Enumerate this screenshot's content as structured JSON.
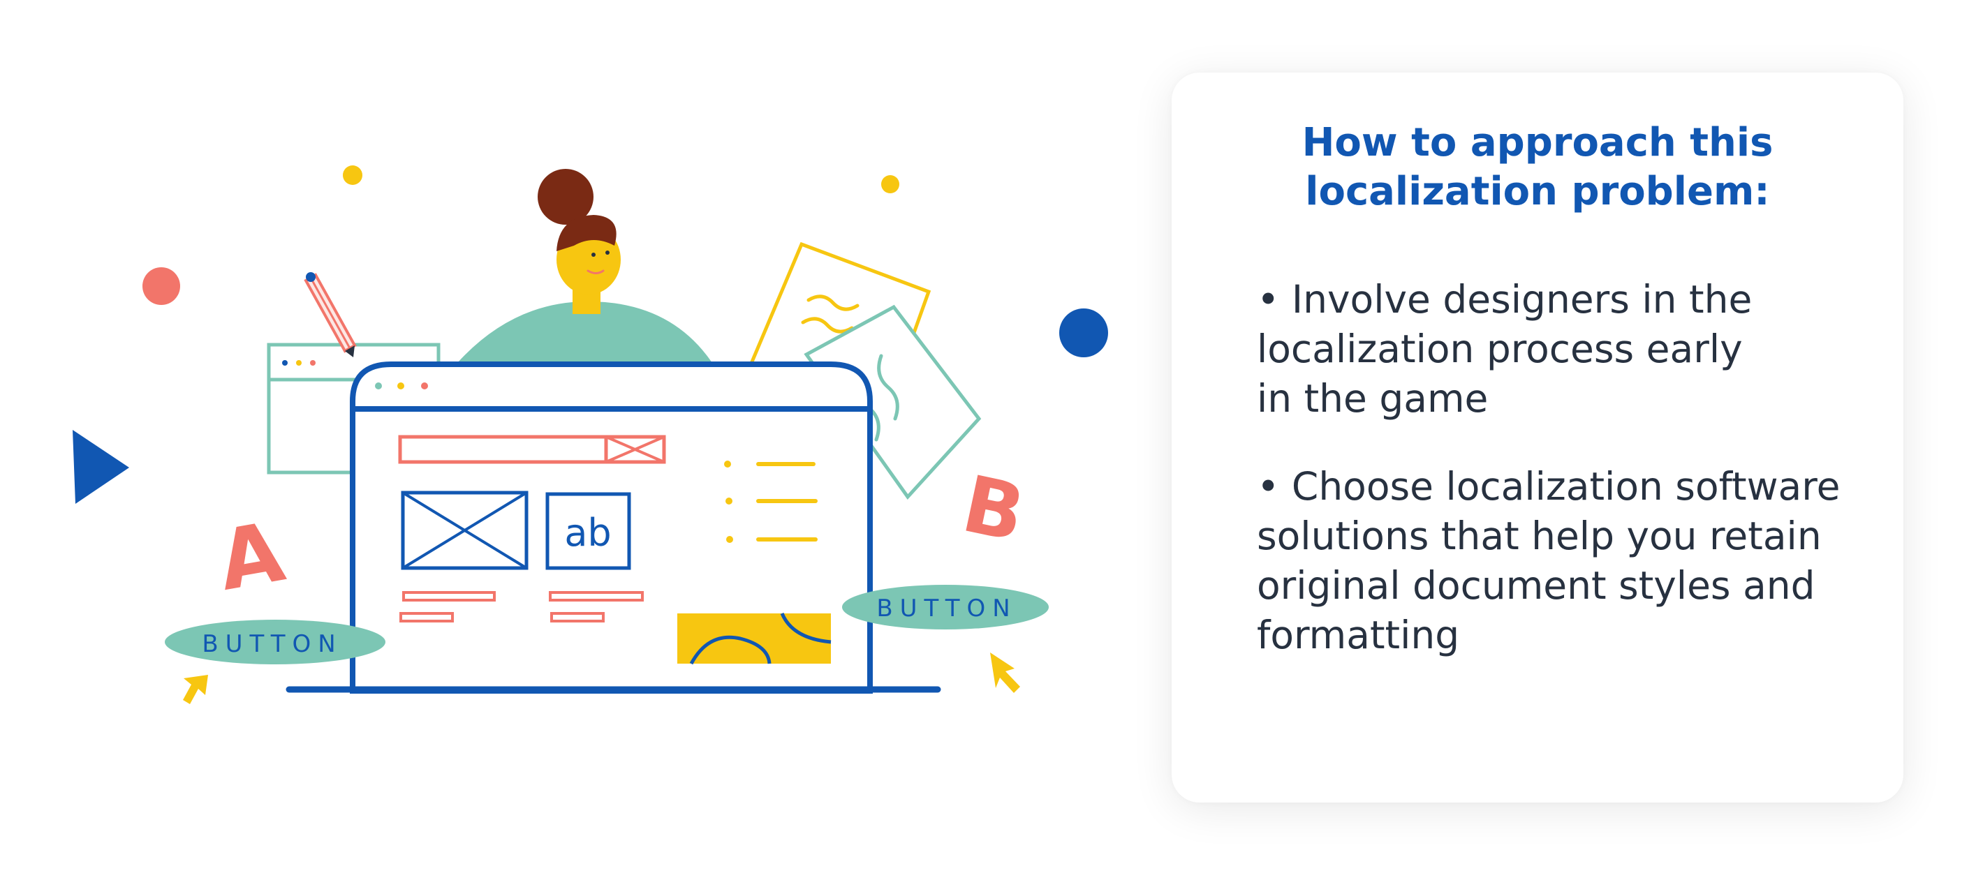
{
  "illustration": {
    "button_left_label": "BUTTON",
    "button_right_label": "BUTTON",
    "letter_a": "A",
    "letter_b": "B",
    "placeholder_text": "ab",
    "colors": {
      "blue": "#1157b2",
      "coral": "#f2756a",
      "teal": "#7cc6b4",
      "yellow": "#f7c611",
      "hair": "#7a2a14"
    }
  },
  "card": {
    "title": "How to approach this\nlocalization problem:",
    "bullets": [
      {
        "text": "• Involve designers in the\nlocalization process early\nin the game"
      },
      {
        "text": "• Choose localization software\nsolutions that help you retain\noriginal document styles and\nformatting"
      }
    ]
  }
}
